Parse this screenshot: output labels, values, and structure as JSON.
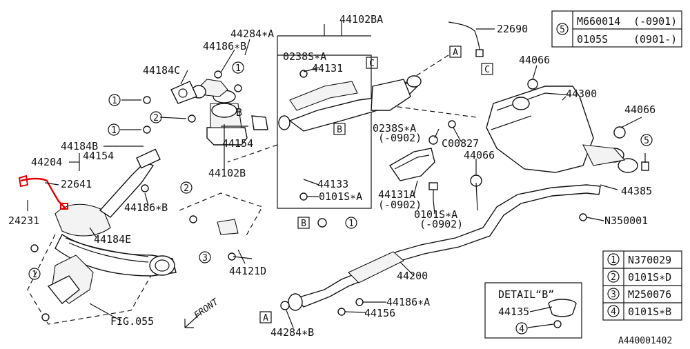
{
  "diagram_id": "A440001402",
  "accent_color": "#e00000",
  "labels": {
    "p44102BA": "44102BA",
    "p44284A_top": "44284∗A",
    "p44186B_top": "44186∗B",
    "p44184C": "44184C",
    "pB_mid": "B",
    "p44154_mid": "44154",
    "p44102B": "44102B",
    "p44184B": "44184B",
    "p44154_left": "44154",
    "p44204": "44204",
    "p22641": "22641",
    "p24231": "24231",
    "p44186B_mid": "44186∗B",
    "p44184E": "44184E",
    "fig055": "FIG.055",
    "front": "FRONT",
    "p0238SA_top": "0238S∗A",
    "p44131": "44131",
    "p44133": "44133",
    "p0101SA_mid": "0101S∗A",
    "p44121D": "44121D",
    "p22690": "22690",
    "p44066_top": "44066",
    "p44300": "44300",
    "p44066_right": "44066",
    "p0238SA_2": "0238S∗A",
    "p0238SA_2_range": "(-0902)",
    "pC00827": "C00827",
    "p44066_mid": "44066",
    "p44131A": "44131A",
    "p44131A_range": "(-0902)",
    "p0101SA_2": "0101S∗A",
    "p0101SA_2_range": "(-0902)",
    "p44385": "44385",
    "pN350001": "N350001",
    "p44200": "44200",
    "p44186A": "44186∗A",
    "p44156": "44156",
    "p44284B": "44284∗B",
    "detail_title": "DETAIL“B”",
    "p44135": "44135"
  },
  "ref_boxes": {
    "A": "A",
    "B": "B",
    "C": "C"
  },
  "circles": {
    "c1": "1",
    "c2": "2",
    "c3": "3",
    "c4": "4",
    "c5": "5"
  },
  "legend_top": {
    "number": "5",
    "rows": [
      {
        "part": "M660014",
        "range": "(-0901)"
      },
      {
        "part": "0105S",
        "range": "(0901-)"
      }
    ]
  },
  "legend_right": [
    {
      "number": "1",
      "part": "N370029"
    },
    {
      "number": "2",
      "part": "0101S∗D"
    },
    {
      "number": "3",
      "part": "M250076"
    },
    {
      "number": "4",
      "part": "0101S∗B"
    }
  ]
}
